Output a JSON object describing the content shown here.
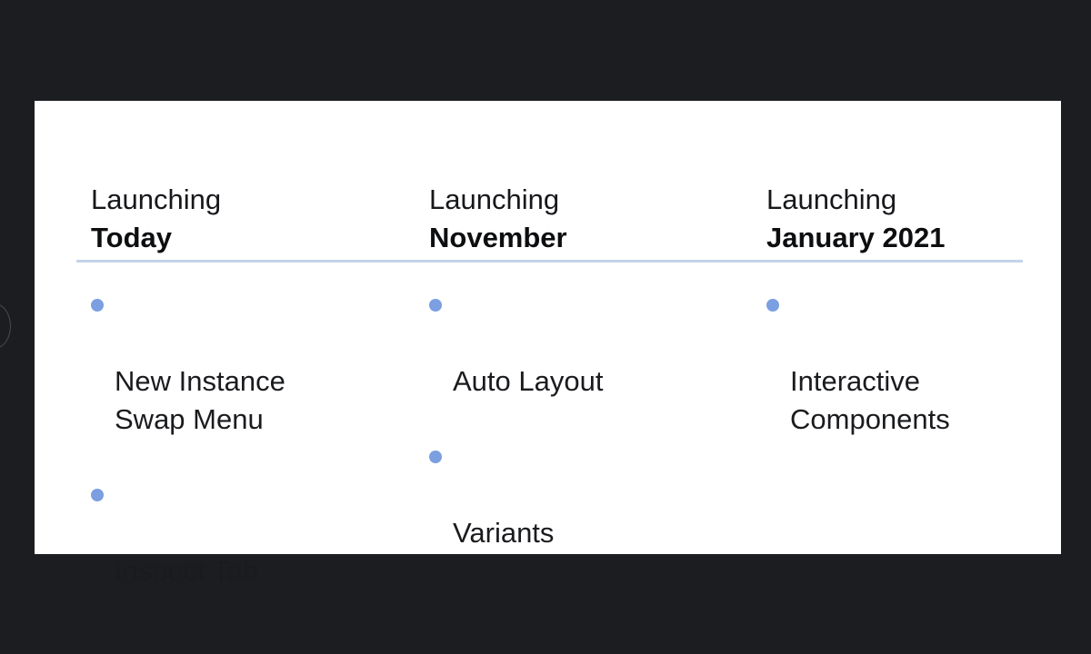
{
  "accent_color": "#7b9fe0",
  "columns": [
    {
      "eyebrow": "Launching",
      "heading": "Today",
      "items": [
        "New Instance\nSwap Menu",
        "Inspect Tab"
      ]
    },
    {
      "eyebrow": "Launching",
      "heading": "November",
      "items": [
        "Auto Layout",
        "Variants"
      ]
    },
    {
      "eyebrow": "Launching",
      "heading": "January 2021",
      "items": [
        "Interactive\nComponents"
      ]
    }
  ]
}
